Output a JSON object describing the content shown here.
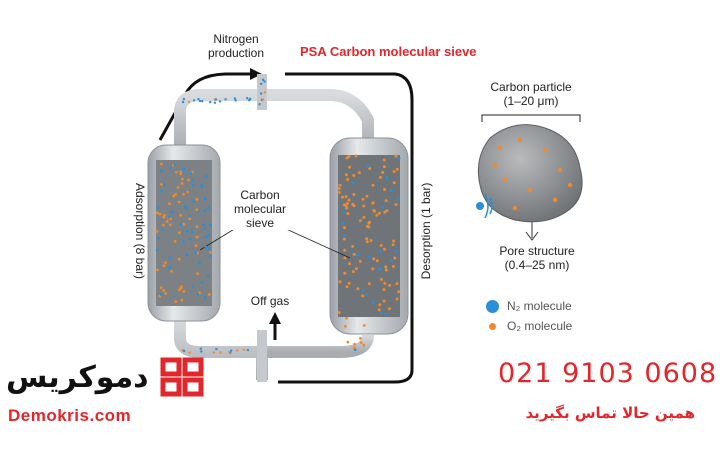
{
  "diagram": {
    "title": "PSA Carbon molecular sieve",
    "labels": {
      "nitrogen_line1": "Nitrogen",
      "nitrogen_line2": "production",
      "carbon_ms_line1": "Carbon",
      "carbon_ms_line2": "molecular",
      "carbon_ms_line3": "sieve",
      "off_gas": "Off gas",
      "adsorption": "Adsorption (8 bar)",
      "desorption": "Desorption (1 bar)",
      "particle_line1": "Carbon particle",
      "particle_line2": "(1–20 μm)",
      "pore_line1": "Pore structure",
      "pore_line2": "(0.4–25 nm)"
    },
    "legend": {
      "n2": "N₂ molecule",
      "o2": "O₂ molecule"
    },
    "colors": {
      "title": "#e3262b",
      "n2": "#2a8fd6",
      "o2": "#f08a2c",
      "pipe": "#b9bec4",
      "column": "#cfd3d7"
    }
  },
  "branding": {
    "logo_text_fa": "دموکریس",
    "site": "Demokris.com",
    "phone": "021  9103  0608",
    "cta_fa": "همین حالا تماس بگیرید"
  }
}
